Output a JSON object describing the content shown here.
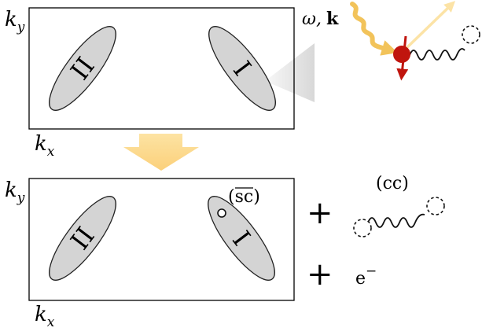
{
  "top_panel": {
    "axis_y": "k",
    "axis_y_sub": "y",
    "axis_x": "k",
    "axis_x_sub": "x",
    "pocket_left": "II",
    "pocket_right": "I"
  },
  "photon": {
    "label_omega": "ω,",
    "label_k": "k"
  },
  "bottom_panel": {
    "axis_y": "k",
    "axis_y_sub": "y",
    "axis_x": "k",
    "axis_x_sub": "x",
    "pocket_left": "II",
    "pocket_right": "I",
    "hole_label": "(sc)"
  },
  "products": {
    "plus_1": "+",
    "pair_label": "(cc)",
    "plus_2": "+",
    "electron": "e",
    "electron_sup": "−"
  },
  "colors": {
    "pocket_fill": "#d4d4d4",
    "arrow_fill": "#fbd98a",
    "photon_color": "#f2c35a",
    "electron_color": "#c0150e"
  }
}
